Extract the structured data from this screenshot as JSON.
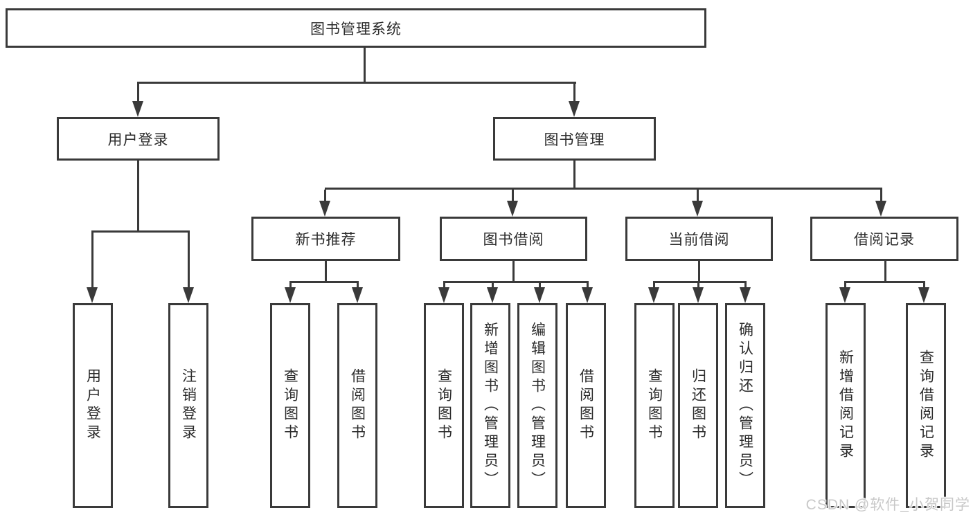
{
  "diagram": {
    "title": "图书管理系统",
    "tree": {
      "label": "图书管理系统",
      "children": [
        {
          "label": "用户登录",
          "children": [
            {
              "label": "用户登录"
            },
            {
              "label": "注销登录"
            }
          ]
        },
        {
          "label": "图书管理",
          "children": [
            {
              "label": "新书推荐",
              "children": [
                {
                  "label": "查询图书"
                },
                {
                  "label": "借阅图书"
                }
              ]
            },
            {
              "label": "图书借阅",
              "children": [
                {
                  "label": "查询图书"
                },
                {
                  "label": "新增图书（管理员）"
                },
                {
                  "label": "编辑图书（管理员）"
                },
                {
                  "label": "借阅图书"
                }
              ]
            },
            {
              "label": "当前借阅",
              "children": [
                {
                  "label": "查询图书"
                },
                {
                  "label": "归还图书"
                },
                {
                  "label": "确认归还（管理员）"
                }
              ]
            },
            {
              "label": "借阅记录",
              "children": [
                {
                  "label": "新增借阅记录"
                },
                {
                  "label": "查询借阅记录"
                }
              ]
            }
          ]
        }
      ]
    },
    "watermark": "CSDN @软件_小贺同学",
    "colors": {
      "line": "#3a3a3a",
      "text": "#2b2b2b",
      "watermark": "#c8c8c8",
      "background": "#ffffff"
    }
  }
}
